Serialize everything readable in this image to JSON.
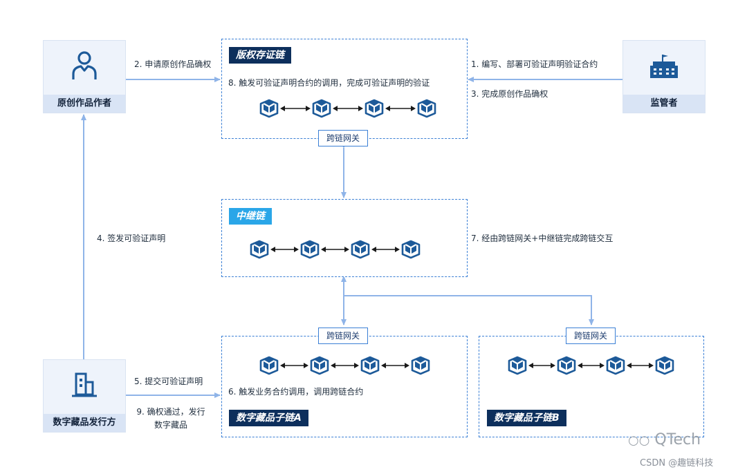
{
  "actors": {
    "author": "原创作品作者",
    "regulator": "监管者",
    "issuer": "数字藏品发行方"
  },
  "chains": {
    "copyright": "版权存证链",
    "relay": "中继链",
    "sub_a": "数字藏品子链A",
    "sub_b": "数字藏品子链B"
  },
  "gateway_label": "跨链网关",
  "steps": {
    "s1": "1. 编写、部署可验证声明验证合约",
    "s2": "2. 申请原创作品确权",
    "s3": "3. 完成原创作品确权",
    "s4": "4. 签发可验证声明",
    "s5": "5. 提交可验证声明",
    "s6": "6. 触发业务合约调用，调用跨链合约",
    "s7": "7. 经由跨链网关+中继链完成跨链交互",
    "s8": "8. 触发可验证声明合约的调用，完成可验证声明的验证",
    "s9_line1": "9. 确权通过，发行",
    "s9_line2": "数字藏品"
  },
  "watermark": {
    "brand": "QTech",
    "credit": "CSDN @趣链科技"
  },
  "colors": {
    "dash": "#3a7fd5",
    "arrow": "#8fb4e8",
    "node": "#1d5a99",
    "title_dark": "#0d2f5c",
    "title_light": "#2aa6e8"
  }
}
